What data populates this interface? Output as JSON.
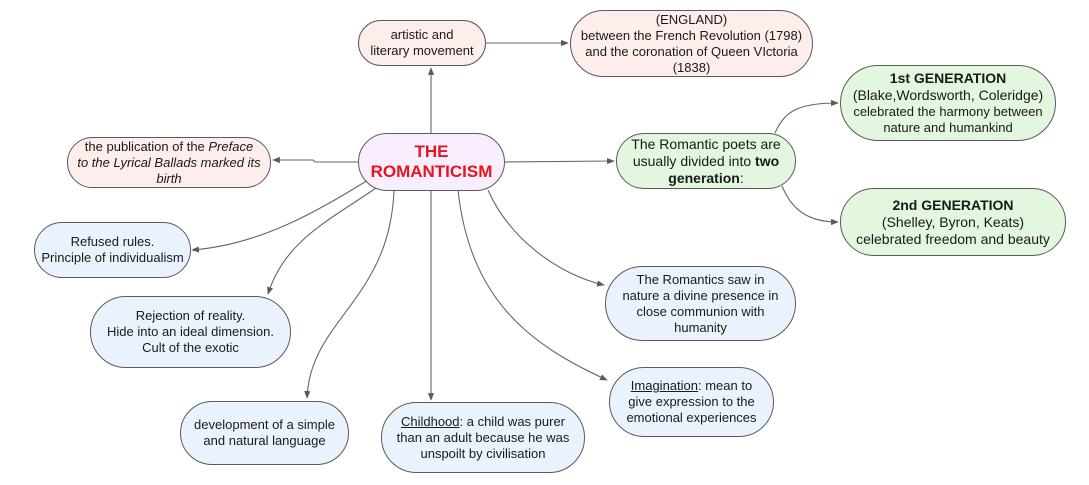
{
  "center": {
    "line1": "THE",
    "line2": "ROMANTICISM"
  },
  "artistic": {
    "line1": "artistic and",
    "line2": "literary movement"
  },
  "england": {
    "line1": "(ENGLAND)",
    "line2": "between the French Revolution (1798)",
    "line3": "and the coronation of Queen VIctoria",
    "line4": "(1838)"
  },
  "preface": {
    "prefix": "the publication of the ",
    "italic1": "Preface",
    "italic2": "to the Lyrical Ballads marked its",
    "italic3": "birth"
  },
  "generations": {
    "line1": "The Romantic poets are",
    "line2_plain": "usually divided into ",
    "line2_bold": "two",
    "line3_bold": "generation",
    "line3_plain": ":"
  },
  "first_gen": {
    "title": "1st GENERATION",
    "poets": "(Blake,Wordsworth, Coleridge)",
    "line3": "celebrated the harmony between",
    "line4": "nature and humankind"
  },
  "second_gen": {
    "title": "2nd GENERATION",
    "poets": "(Shelley, Byron, Keats)",
    "line3": "celebrated freedom and beauty"
  },
  "refused": {
    "line1": "Refused rules.",
    "line2": "Principle of individualism"
  },
  "rejection": {
    "line1": "Rejection of reality.",
    "line2": "Hide into an ideal dimension.",
    "line3": "Cult of the exotic"
  },
  "development": {
    "line1": "development of a simple",
    "line2": "and natural language"
  },
  "childhood": {
    "term": "Childhood",
    "line1_rest": ": a child was purer",
    "line2": "than an adult because he was",
    "line3": "unspoilt by civilisation"
  },
  "nature": {
    "line1": "The Romantics saw in",
    "line2": "nature a divine presence in",
    "line3": "close communion with",
    "line4": "humanity"
  },
  "imagination": {
    "term": "Imagination",
    "line1_rest": ": mean to",
    "line2": "give expression to the",
    "line3": "emotional experiences"
  },
  "colors": {
    "center_text": "#e8141c",
    "pink_fill": "#fdeeec",
    "lilac_fill": "#f8eefe",
    "green_fill": "#e2f7dd",
    "blue_fill": "#eaf3fd",
    "stroke": "#5a5a5a"
  }
}
